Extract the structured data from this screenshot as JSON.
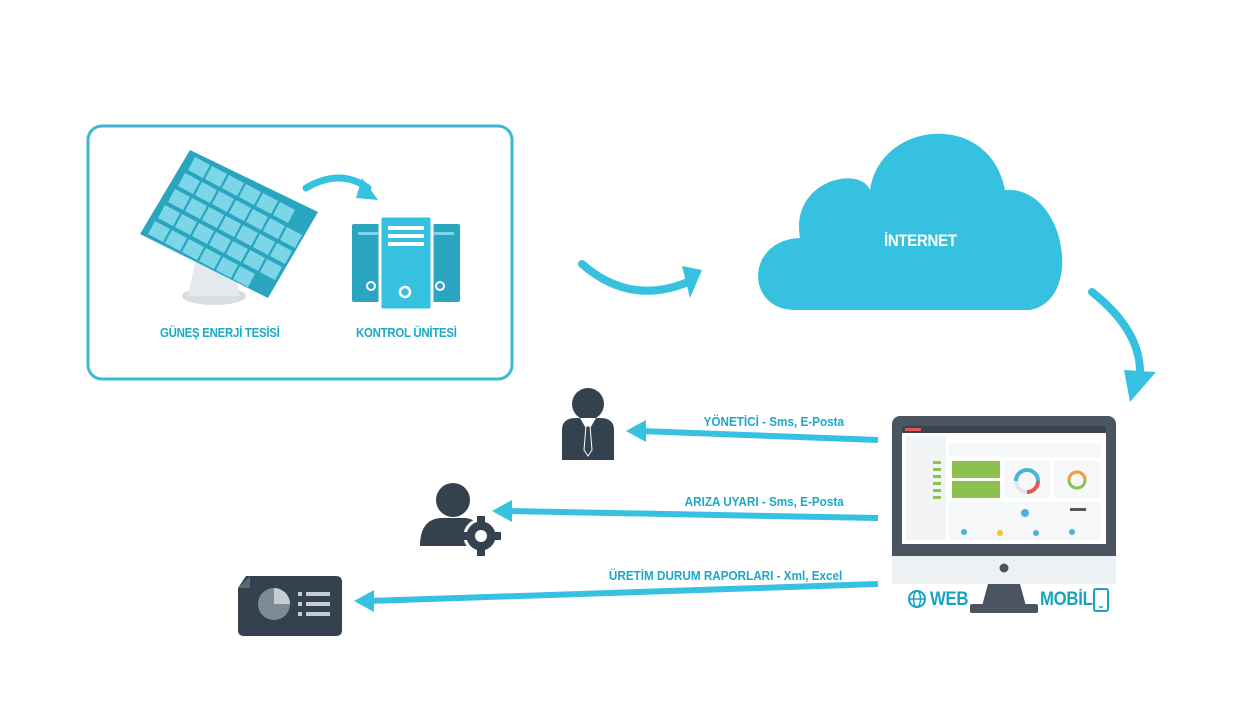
{
  "site": {
    "solar_label": "GÜNEŞ ENERJİ TESİSİ",
    "control_label": "KONTROL ÜNİTESİ"
  },
  "cloud": {
    "label": "İNTERNET"
  },
  "flows": [
    {
      "label": "YÖNETİCİ  -  Sms, E-Posta",
      "target": "manager-icon"
    },
    {
      "label": "ARIZA UYARI  -  Sms, E-Posta",
      "target": "technician-gear-icon"
    },
    {
      "label": "ÜRETİM DURUM RAPORLARI  -  Xml, Excel",
      "target": "report-icon"
    }
  ],
  "platforms": {
    "web": "WEB",
    "mobile": "MOBİL"
  },
  "colors": {
    "accent": "#35c1df",
    "dark": "#34424f",
    "screen_green": "#8cc152"
  }
}
